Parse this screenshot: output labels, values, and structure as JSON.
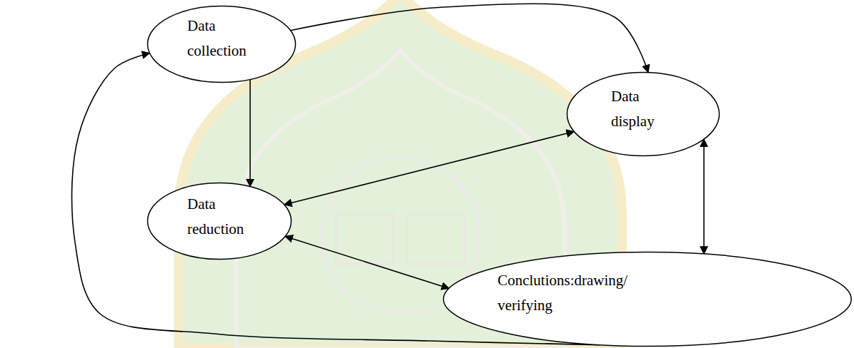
{
  "diagram": {
    "nodes": [
      {
        "text": [
          "Data collection"
        ]
      },
      {
        "text": [
          "Data display"
        ]
      },
      {
        "text": [
          "Data reduction"
        ]
      },
      {
        "text": [
          "Conclutions:drawing/ verifying"
        ]
      }
    ],
    "edges": [
      {
        "from": 0,
        "to": 1,
        "arrow": "to"
      },
      {
        "from": 0,
        "to": 2,
        "arrow": "to"
      },
      {
        "from": 2,
        "to": 1,
        "arrow": "both"
      },
      {
        "from": 1,
        "to": 3,
        "arrow": "both"
      },
      {
        "from": 2,
        "to": 3,
        "arrow": "both"
      },
      {
        "from": 3,
        "to": 0,
        "arrow": "to"
      }
    ]
  }
}
